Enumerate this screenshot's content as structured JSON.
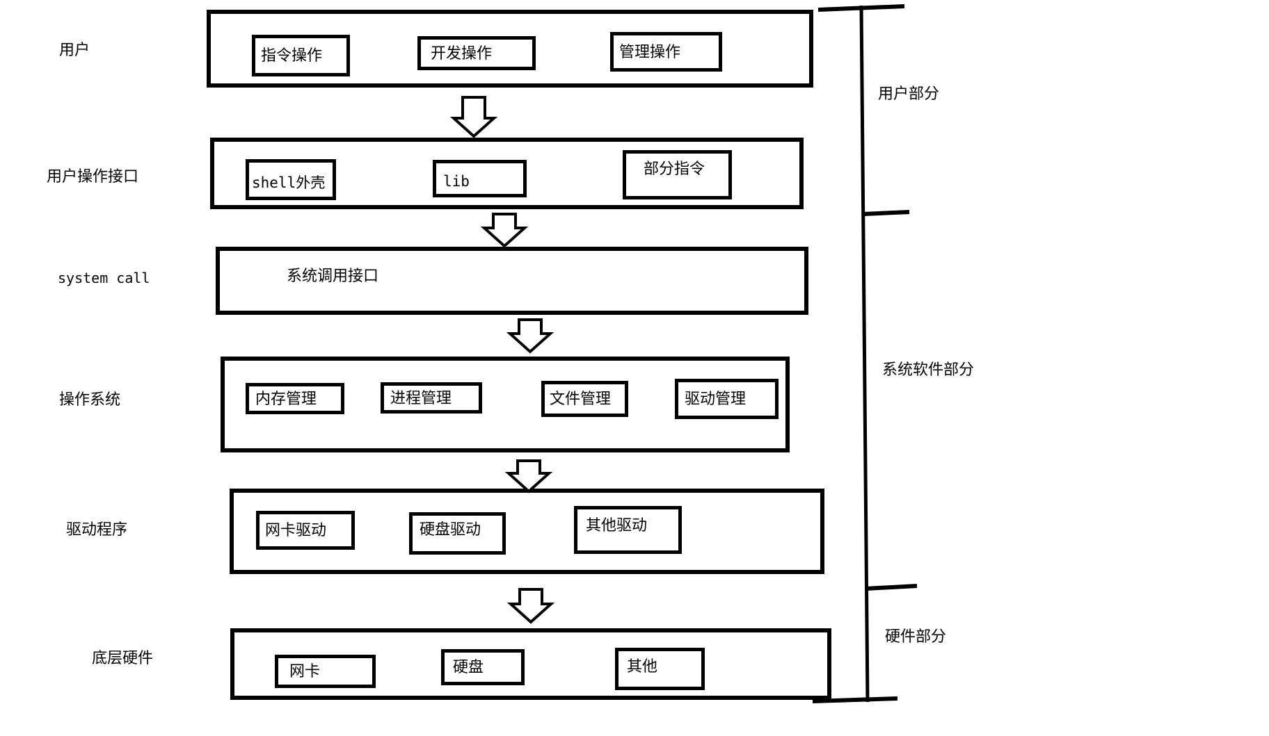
{
  "rows": [
    {
      "label": "用户",
      "items": [
        "指令操作",
        "开发操作",
        "管理操作"
      ]
    },
    {
      "label": "用户操作接口",
      "items": [
        "shell外壳",
        "lib",
        "部分指令"
      ]
    },
    {
      "label": "system call",
      "interface_text": "系统调用接口"
    },
    {
      "label": "操作系统",
      "items": [
        "内存管理",
        "进程管理",
        "文件管理",
        "驱动管理"
      ]
    },
    {
      "label": "驱动程序",
      "items": [
        "网卡驱动",
        "硬盘驱动",
        "其他驱动"
      ]
    },
    {
      "label": "底层硬件",
      "items": [
        "网卡",
        "硬盘",
        "其他"
      ]
    }
  ],
  "sections": [
    {
      "label": "用户部分"
    },
    {
      "label": "系统软件部分"
    },
    {
      "label": "硬件部分"
    }
  ],
  "icons": {
    "down_arrow": "hollow-down-arrow",
    "bracket": "right-brace-line"
  },
  "colors": {
    "ink": "#000000",
    "background": "#ffffff"
  }
}
